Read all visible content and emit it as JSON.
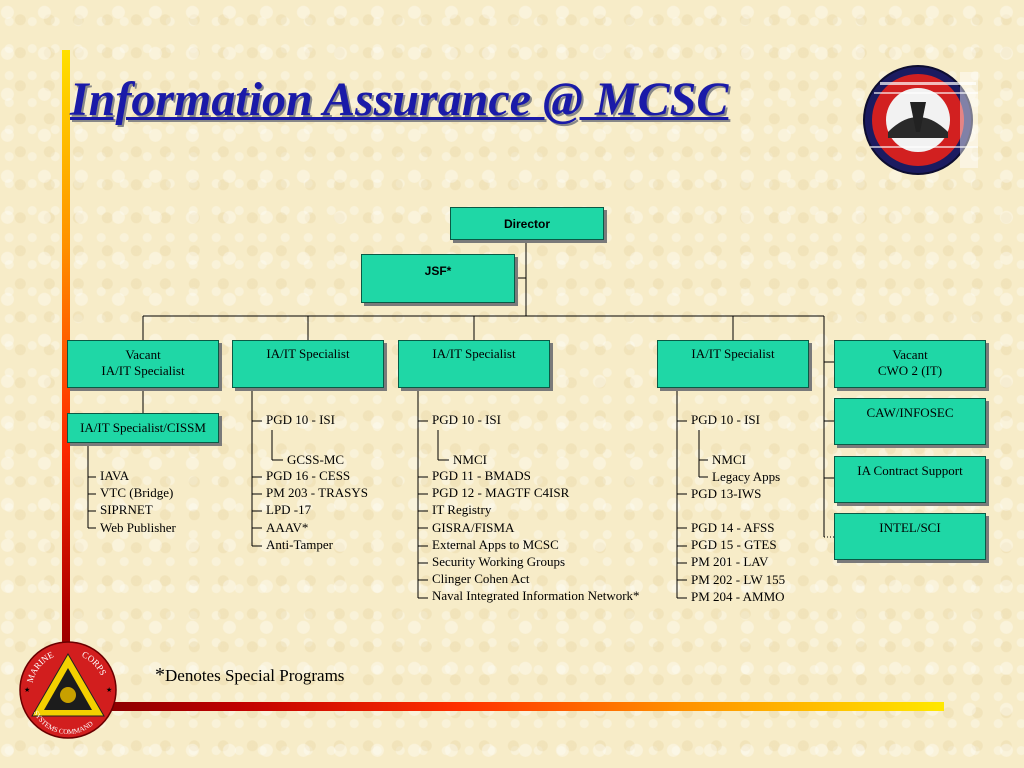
{
  "title": "Information Assurance @ MCSC",
  "director": {
    "label": "Director"
  },
  "jsf": {
    "label": "JSF*"
  },
  "boxes": {
    "vacant_ia": {
      "line1": "Vacant",
      "line2": "IA/IT Specialist"
    },
    "ia_cissm": {
      "label": "IA/IT Specialist/CISSM"
    },
    "ia2": {
      "label": "IA/IT Specialist"
    },
    "ia3": {
      "label": "IA/IT Specialist"
    },
    "ia4": {
      "label": "IA/IT Specialist"
    },
    "vacant_cwo": {
      "line1": "Vacant",
      "line2": "CWO 2 (IT)"
    },
    "caw": {
      "label": "CAW/INFOSEC"
    },
    "ia_contract": {
      "label": "IA Contract Support"
    },
    "intel": {
      "label": "INTEL/SCI"
    }
  },
  "lists": {
    "col1": [
      "IAVA",
      "VTC (Bridge)",
      "SIPRNET",
      "Web Publisher"
    ],
    "col2_top": "PGD 10 - ISI",
    "col2_sub": "GCSS-MC",
    "col2": [
      "PGD 16 - CESS",
      "PM 203 - TRASYS",
      "LPD -17",
      "AAAV*",
      "Anti-Tamper"
    ],
    "col3_top": "PGD 10 - ISI",
    "col3_sub": "NMCI",
    "col3": [
      "PGD 11 - BMADS",
      "PGD 12 - MAGTF C4ISR",
      "IT Registry",
      "GISRA/FISMA",
      "External Apps to MCSC",
      "Security Working Groups",
      "Clinger Cohen Act",
      "Naval Integrated Information Network*"
    ],
    "col4_top": "PGD 10 - ISI",
    "col4_sub": [
      "NMCI",
      "Legacy Apps"
    ],
    "col4_a": [
      "PGD 13-IWS"
    ],
    "col4_b": [
      "PGD 14 - AFSS",
      "PGD 15 - GTES",
      "PM 201 - LAV",
      "PM 202 - LW 155",
      "PM 204 - AMMO"
    ]
  },
  "footnote": {
    "star": "*",
    "text": "Denotes Special Programs"
  },
  "emblem_text": {
    "top_left": "MARINE",
    "top_right": "CORPS",
    "bottom": "SYSTEMS COMMAND"
  },
  "colors": {
    "box": "#1fd7a6",
    "title": "#1a1aa8",
    "background": "#f7ecc8"
  }
}
